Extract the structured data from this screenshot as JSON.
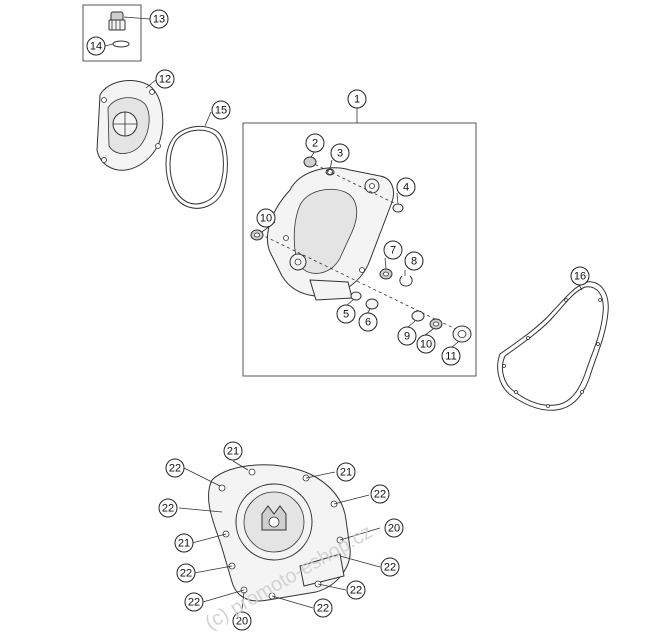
{
  "watermark": "(c) promoto-eshop.cz",
  "callouts": [
    {
      "id": "c13",
      "label": "13"
    },
    {
      "id": "c14",
      "label": "14"
    },
    {
      "id": "c12",
      "label": "12"
    },
    {
      "id": "c15",
      "label": "15"
    },
    {
      "id": "c1",
      "label": "1"
    },
    {
      "id": "c2",
      "label": "2"
    },
    {
      "id": "c3",
      "label": "3"
    },
    {
      "id": "c4",
      "label": "4"
    },
    {
      "id": "c10a",
      "label": "10"
    },
    {
      "id": "c7",
      "label": "7"
    },
    {
      "id": "c8",
      "label": "8"
    },
    {
      "id": "c5",
      "label": "5"
    },
    {
      "id": "c6",
      "label": "6"
    },
    {
      "id": "c9",
      "label": "9"
    },
    {
      "id": "c10b",
      "label": "10"
    },
    {
      "id": "c11",
      "label": "11"
    },
    {
      "id": "c16",
      "label": "16"
    },
    {
      "id": "c21a",
      "label": "21"
    },
    {
      "id": "c22a",
      "label": "22"
    },
    {
      "id": "c21b",
      "label": "21"
    },
    {
      "id": "c22b",
      "label": "22"
    },
    {
      "id": "c22c",
      "label": "22"
    },
    {
      "id": "c20a",
      "label": "20"
    },
    {
      "id": "c21c",
      "label": "21"
    },
    {
      "id": "c22d",
      "label": "22"
    },
    {
      "id": "c22e",
      "label": "22"
    },
    {
      "id": "c22f",
      "label": "22"
    },
    {
      "id": "c22g",
      "label": "22"
    },
    {
      "id": "c22h",
      "label": "22"
    },
    {
      "id": "c20b",
      "label": "20"
    }
  ]
}
